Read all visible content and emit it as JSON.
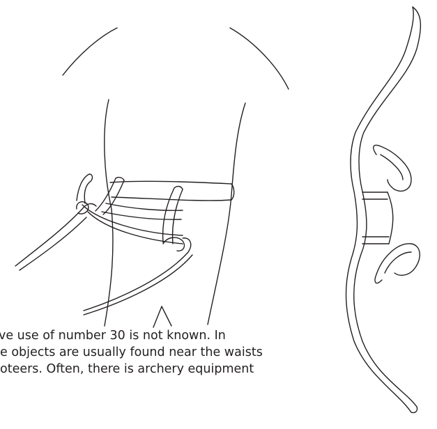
{
  "caption": {
    "line1": "ve use of number 30 is not known. In",
    "line2": "e objects are usually found near the waists",
    "line3": "oteers. Often, there is archery equipment"
  },
  "colors": {
    "ink": "#231f20",
    "background": "#ffffff"
  }
}
